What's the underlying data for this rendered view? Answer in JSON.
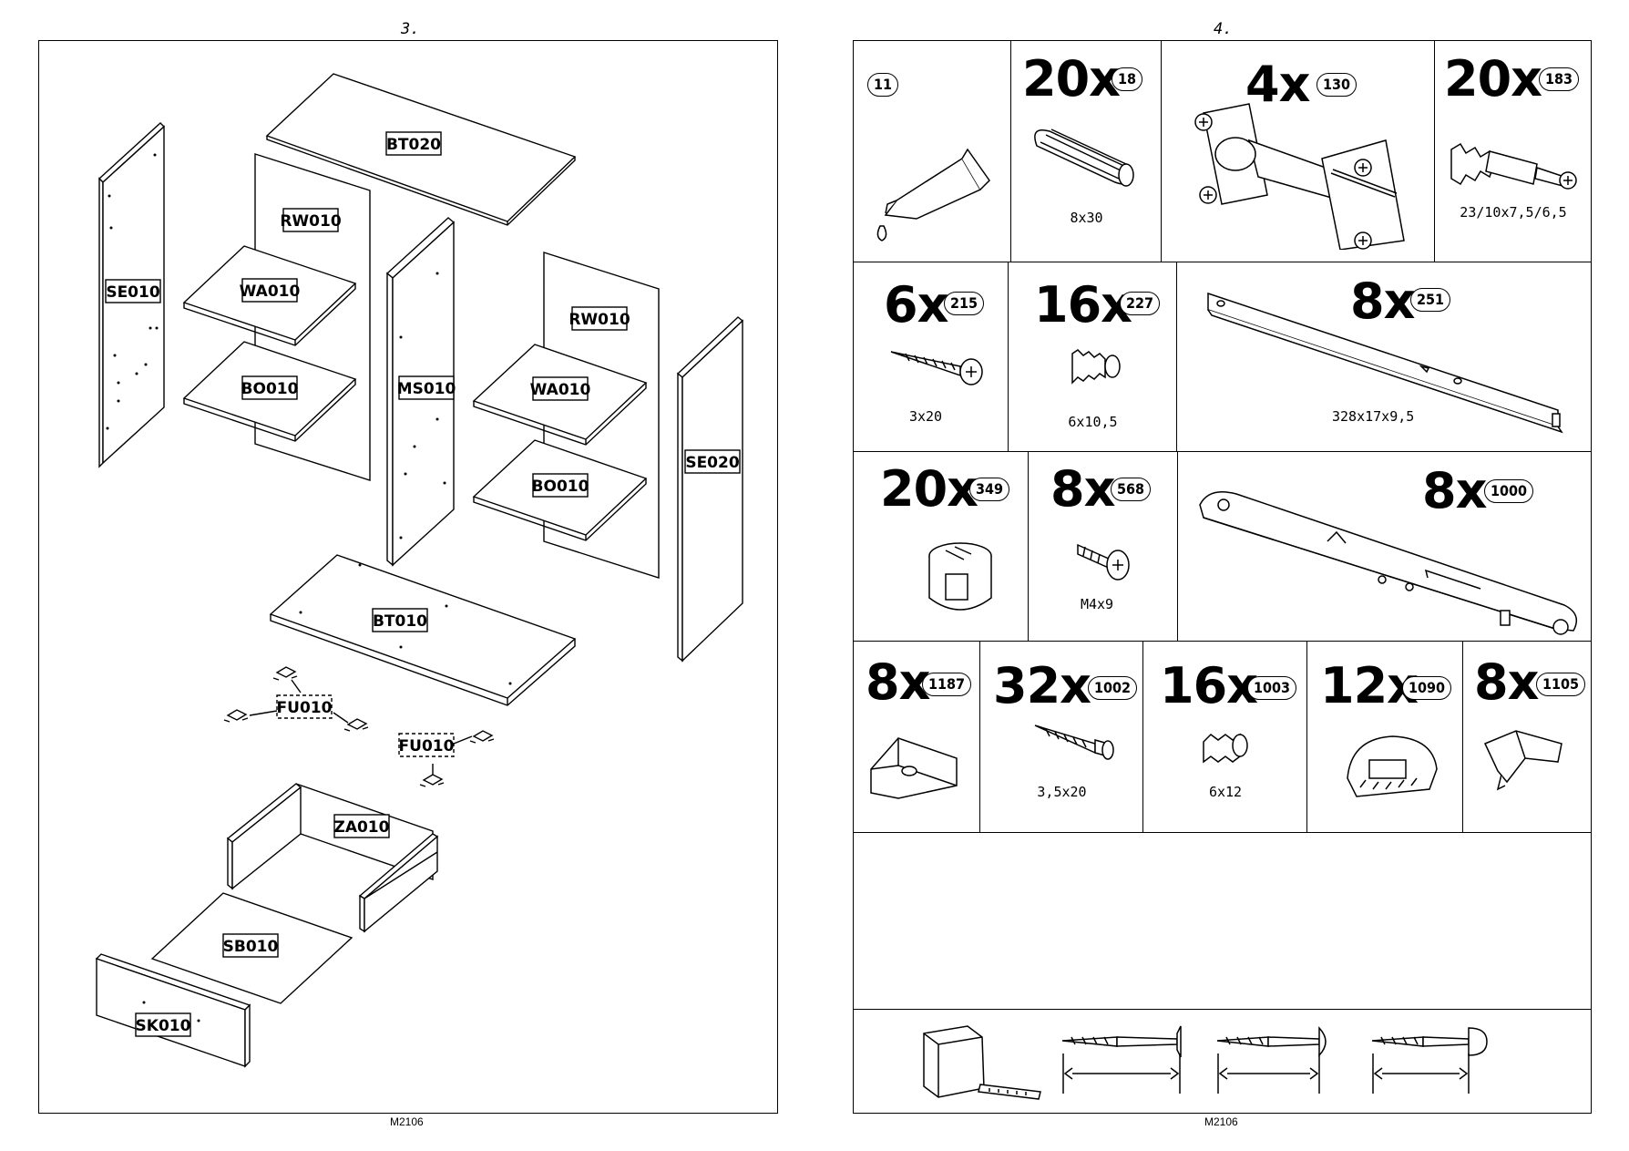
{
  "left_page": {
    "page_number": "3.",
    "footer": "M2106",
    "parts": {
      "BT020": "BT020",
      "RW010_left": "RW010",
      "SE010": "SE010",
      "WA010_left": "WA010",
      "BO010_left": "BO010",
      "MS010": "MS010",
      "RW010_right": "RW010",
      "WA010_right": "WA010",
      "BO010_right": "BO010",
      "SE020": "SE020",
      "BT010": "BT010",
      "FU010_a": "FU010",
      "FU010_b": "FU010",
      "ZA010": "ZA010",
      "SB010": "SB010",
      "SK010": "SK010"
    }
  },
  "right_page": {
    "page_number": "4.",
    "footer": "M2106",
    "hardware": [
      {
        "qty": "",
        "code": "11",
        "dim": "",
        "icon": "glue-tube-icon"
      },
      {
        "qty": "20x",
        "code": "18",
        "dim": "8x30",
        "icon": "wooden-dowel-icon"
      },
      {
        "qty": "4x",
        "code": "130",
        "dim": "",
        "icon": "cabinet-hinge-icon"
      },
      {
        "qty": "20x",
        "code": "183",
        "dim": "23/10x7,5/6,5",
        "icon": "cam-bolt-icon"
      },
      {
        "qty": "6x",
        "code": "215",
        "dim": "3x20",
        "icon": "wafer-screw-icon"
      },
      {
        "qty": "16x",
        "code": "227",
        "dim": "6x10,5",
        "icon": "plastic-dowel-icon"
      },
      {
        "qty": "8x",
        "code": "251",
        "dim": "328x17x9,5",
        "icon": "metal-rail-icon"
      },
      {
        "qty": "20x",
        "code": "349",
        "dim": "",
        "icon": "cam-lock-icon"
      },
      {
        "qty": "8x",
        "code": "568",
        "dim": "M4x9",
        "icon": "machine-screw-icon"
      },
      {
        "qty": "8x",
        "code": "1000",
        "dim": "",
        "icon": "drawer-runner-icon"
      },
      {
        "qty": "8x",
        "code": "1187",
        "dim": "",
        "icon": "bracket-block-icon"
      },
      {
        "qty": "32x",
        "code": "1002",
        "dim": "3,5x20",
        "icon": "wood-screw-icon"
      },
      {
        "qty": "16x",
        "code": "1003",
        "dim": "6x12",
        "icon": "expansion-plug-icon"
      },
      {
        "qty": "12x",
        "code": "1090",
        "dim": "",
        "icon": "glide-pad-icon"
      },
      {
        "qty": "8x",
        "code": "1105",
        "dim": "",
        "icon": "shelf-support-icon"
      }
    ],
    "measure_icons": [
      "tape-measure-icon",
      "countersunk-screw-icon",
      "round-head-screw-icon",
      "pan-head-screw-icon"
    ]
  }
}
